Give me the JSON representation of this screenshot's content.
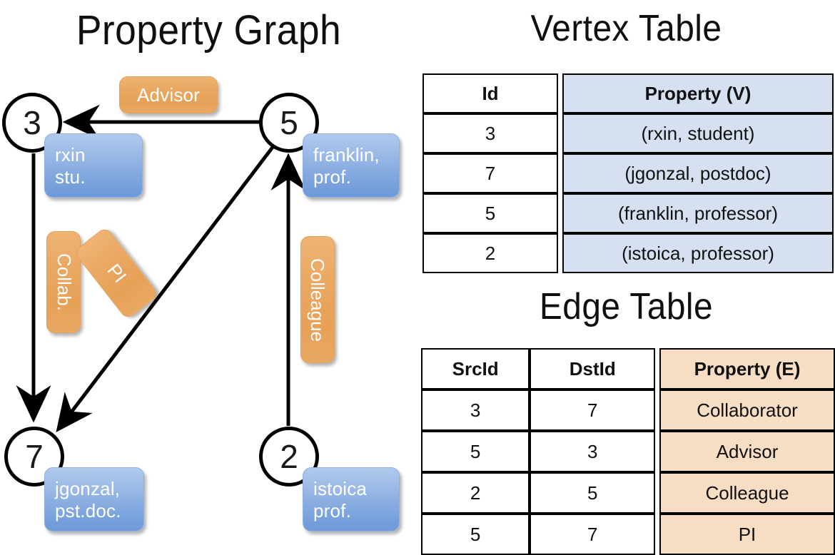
{
  "titles": {
    "property_graph": "Property Graph",
    "vertex_table": "Vertex Table",
    "edge_table": "Edge Table"
  },
  "graph": {
    "nodes": [
      {
        "id": "3",
        "label": "3",
        "property_line1": "rxin",
        "property_line2": "stu."
      },
      {
        "id": "5",
        "label": "5",
        "property_line1": "franklin,",
        "property_line2": "prof."
      },
      {
        "id": "7",
        "label": "7",
        "property_line1": "jgonzal,",
        "property_line2": "pst.doc."
      },
      {
        "id": "2",
        "label": "2",
        "property_line1": "istoica",
        "property_line2": "prof."
      }
    ],
    "edge_labels": [
      {
        "key": "advisor",
        "text": "Advisor"
      },
      {
        "key": "collab",
        "text": "Collab."
      },
      {
        "key": "pi",
        "text": "PI"
      },
      {
        "key": "colleague",
        "text": "Colleague"
      }
    ]
  },
  "vertex_table": {
    "headers": [
      "Id",
      "Property (V)"
    ],
    "rows": [
      {
        "id": "3",
        "property": "(rxin, student)"
      },
      {
        "id": "7",
        "property": "(jgonzal, postdoc)"
      },
      {
        "id": "5",
        "property": "(franklin, professor)"
      },
      {
        "id": "2",
        "property": "(istoica, professor)"
      }
    ]
  },
  "edge_table": {
    "headers": [
      "SrcId",
      "DstId",
      "Property (E)"
    ],
    "rows": [
      {
        "src": "3",
        "dst": "7",
        "property": "Collaborator"
      },
      {
        "src": "5",
        "dst": "3",
        "property": "Advisor"
      },
      {
        "src": "2",
        "dst": "5",
        "property": "Colleague"
      },
      {
        "src": "5",
        "dst": "7",
        "property": "PI"
      }
    ]
  },
  "colors": {
    "vertex_fill": "#d6e0f0",
    "edge_fill": "#f7ddc3",
    "node_pill_blue": "#7ba3dd",
    "edge_pill_orange": "#e7a157",
    "stroke": "#000000"
  }
}
